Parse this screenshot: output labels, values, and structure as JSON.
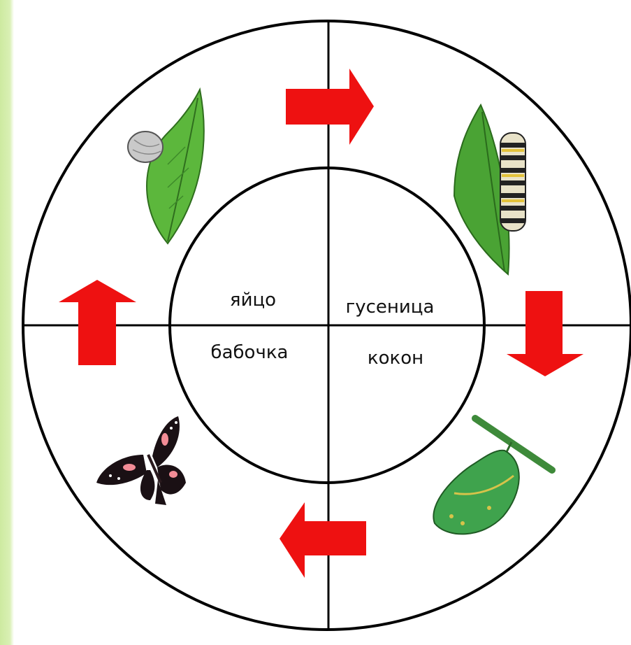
{
  "diagram": {
    "stages": {
      "egg": "яйцо",
      "caterpillar": "гусеница",
      "butterfly": "бабочка",
      "cocoon": "кокон"
    },
    "colors": {
      "arrow": "#ee1111",
      "line": "#000000",
      "leaf": "#5cb73c",
      "chrysalis": "#3fa34d",
      "butterfly_wing": "#1a1014",
      "butterfly_spot": "#f28c96"
    }
  }
}
